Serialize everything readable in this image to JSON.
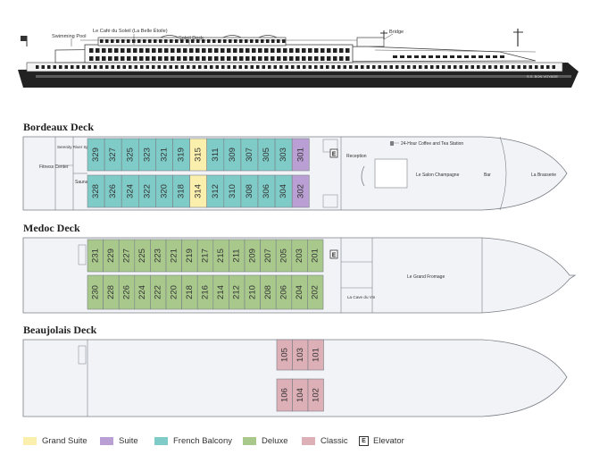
{
  "colors": {
    "grand_suite": "#FBEFAE",
    "suite": "#B99FD3",
    "french_balcony": "#7FCBC7",
    "deluxe": "#A9C98C",
    "classic": "#DDAFB6",
    "hull": "#1E1E1E",
    "outline": "#7A7F86",
    "deck_fill": "#F1F3F6"
  },
  "ship_profile": {
    "labels": {
      "swimming_pool": "Swimming Pool",
      "cafe": "Le Café du Soleil (La Belle Étoile)",
      "sun_deck": "Soleil Deck",
      "bridge": "Bridge",
      "ship_name": "S.S. BON VOYAGE"
    }
  },
  "decks": {
    "bordeaux": {
      "title": "Bordeaux Deck",
      "top_row": [
        "329",
        "327",
        "325",
        "323",
        "321",
        "319",
        "315",
        "311",
        "309",
        "307",
        "305",
        "303",
        "301"
      ],
      "bottom_row": [
        "328",
        "326",
        "324",
        "322",
        "320",
        "318",
        "314",
        "312",
        "310",
        "308",
        "306",
        "304",
        "302"
      ],
      "top_types": [
        "fb",
        "fb",
        "fb",
        "fb",
        "fb",
        "fb",
        "gs",
        "fb",
        "fb",
        "fb",
        "fb",
        "fb",
        "su"
      ],
      "bottom_types": [
        "fb",
        "fb",
        "fb",
        "fb",
        "fb",
        "fb",
        "gs",
        "fb",
        "fb",
        "fb",
        "fb",
        "fb",
        "su"
      ],
      "labels": {
        "serenity": "Serenity River Spa",
        "fitness": "Fitness Center",
        "sauna": "Sauna",
        "coffee": "24-Hour Coffee and Tea Station",
        "reception": "Reception",
        "salon": "Le Salon Champagne",
        "bar": "Bar",
        "brasserie": "La Brasserie",
        "elevator": "E"
      }
    },
    "medoc": {
      "title": "Medoc Deck",
      "top_row": [
        "231",
        "229",
        "227",
        "225",
        "223",
        "221",
        "219",
        "217",
        "215",
        "211",
        "209",
        "207",
        "205",
        "203",
        "201"
      ],
      "bottom_row": [
        "230",
        "228",
        "226",
        "224",
        "222",
        "220",
        "218",
        "216",
        "214",
        "212",
        "210",
        "208",
        "206",
        "204",
        "202"
      ],
      "labels": {
        "fromage": "Le Grand Fromage",
        "cave": "La Cave du Vin",
        "elevator": "E"
      }
    },
    "beaujolais": {
      "title": "Beaujolais Deck",
      "top_row": [
        "105",
        "103",
        "101"
      ],
      "bottom_row": [
        "106",
        "104",
        "102"
      ]
    }
  },
  "legend": {
    "grand_suite": "Grand Suite",
    "suite": "Suite",
    "french_balcony": "French Balcony",
    "deluxe": "Deluxe",
    "classic": "Classic",
    "elevator_icon": "E",
    "elevator": "Elevator"
  }
}
